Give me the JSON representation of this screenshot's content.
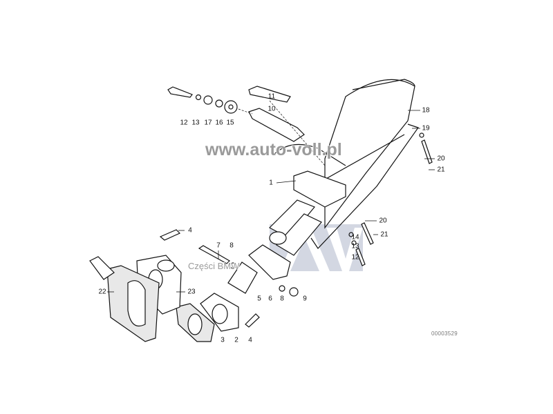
{
  "diagram": {
    "labels": {
      "l1": "1",
      "l2": "2",
      "l3": "3",
      "l4a": "4",
      "l4b": "4",
      "l5": "5",
      "l6": "6",
      "l7": "7",
      "l8a": "8",
      "l8b": "8",
      "l9": "9",
      "l10": "10",
      "l11": "11",
      "l12a": "12",
      "l12b": "12",
      "l13a": "13",
      "l13b": "13",
      "l14": "14",
      "l15": "15",
      "l16": "16",
      "l17": "17",
      "l18": "18",
      "l19": "19",
      "l20a": "20",
      "l20b": "20",
      "l21a": "21",
      "l21b": "21",
      "l22": "22",
      "l23": "23"
    },
    "diagram_number": "00003529"
  },
  "watermark": {
    "url": "www.auto-voll.pl",
    "subtitle": "Części BMW",
    "logo": "AV",
    "logo_color": "#c9cfdc"
  }
}
